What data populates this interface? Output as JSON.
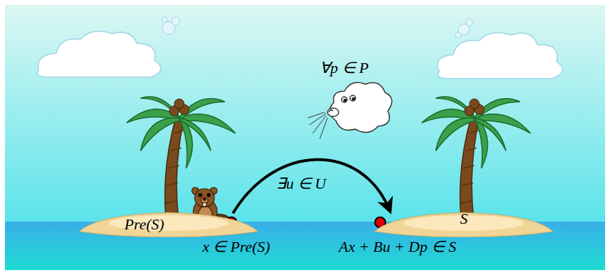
{
  "diagram": {
    "nodes": [
      {
        "text": [
          "Pre(S)",
          "x ∈ Pre(S)"
        ]
      },
      {
        "text": [
          "S",
          "Ax + Bu + Dp ∈ S"
        ]
      }
    ],
    "edges": [
      {
        "from": 0,
        "to": 1,
        "arrow": "to",
        "label": "∃u ∈ U"
      }
    ],
    "labels": [
      "∀p ∈ P"
    ]
  }
}
